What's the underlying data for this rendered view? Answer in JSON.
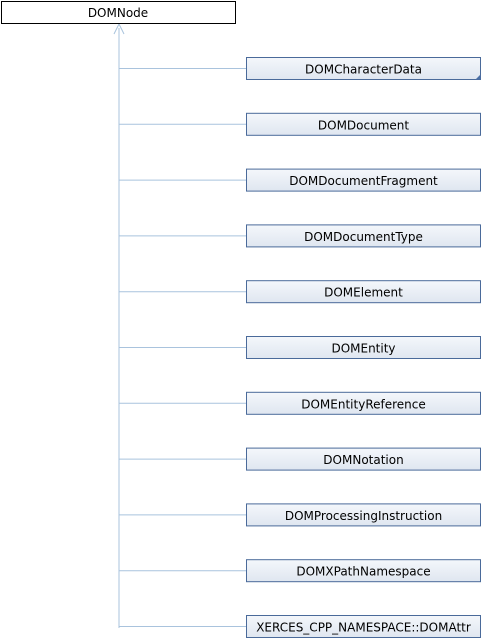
{
  "root": {
    "label": "DOMNode",
    "fill": "#ffffff",
    "border": "#000000"
  },
  "children": [
    {
      "label": "DOMCharacterData",
      "has_more": true
    },
    {
      "label": "DOMDocument"
    },
    {
      "label": "DOMDocumentFragment"
    },
    {
      "label": "DOMDocumentType"
    },
    {
      "label": "DOMElement"
    },
    {
      "label": "DOMEntity"
    },
    {
      "label": "DOMEntityReference"
    },
    {
      "label": "DOMNotation"
    },
    {
      "label": "DOMProcessingInstruction"
    },
    {
      "label": "DOMXPathNamespace"
    },
    {
      "label": "XERCES_CPP_NAMESPACE::DOMAttr"
    }
  ],
  "colors": {
    "child_fill_top": "#f4f7fb",
    "child_fill_bottom": "#dfe6f0",
    "child_border": "#4a6a9a",
    "connector": "#a9c3dd",
    "more_marker": "#4a6fa5"
  }
}
